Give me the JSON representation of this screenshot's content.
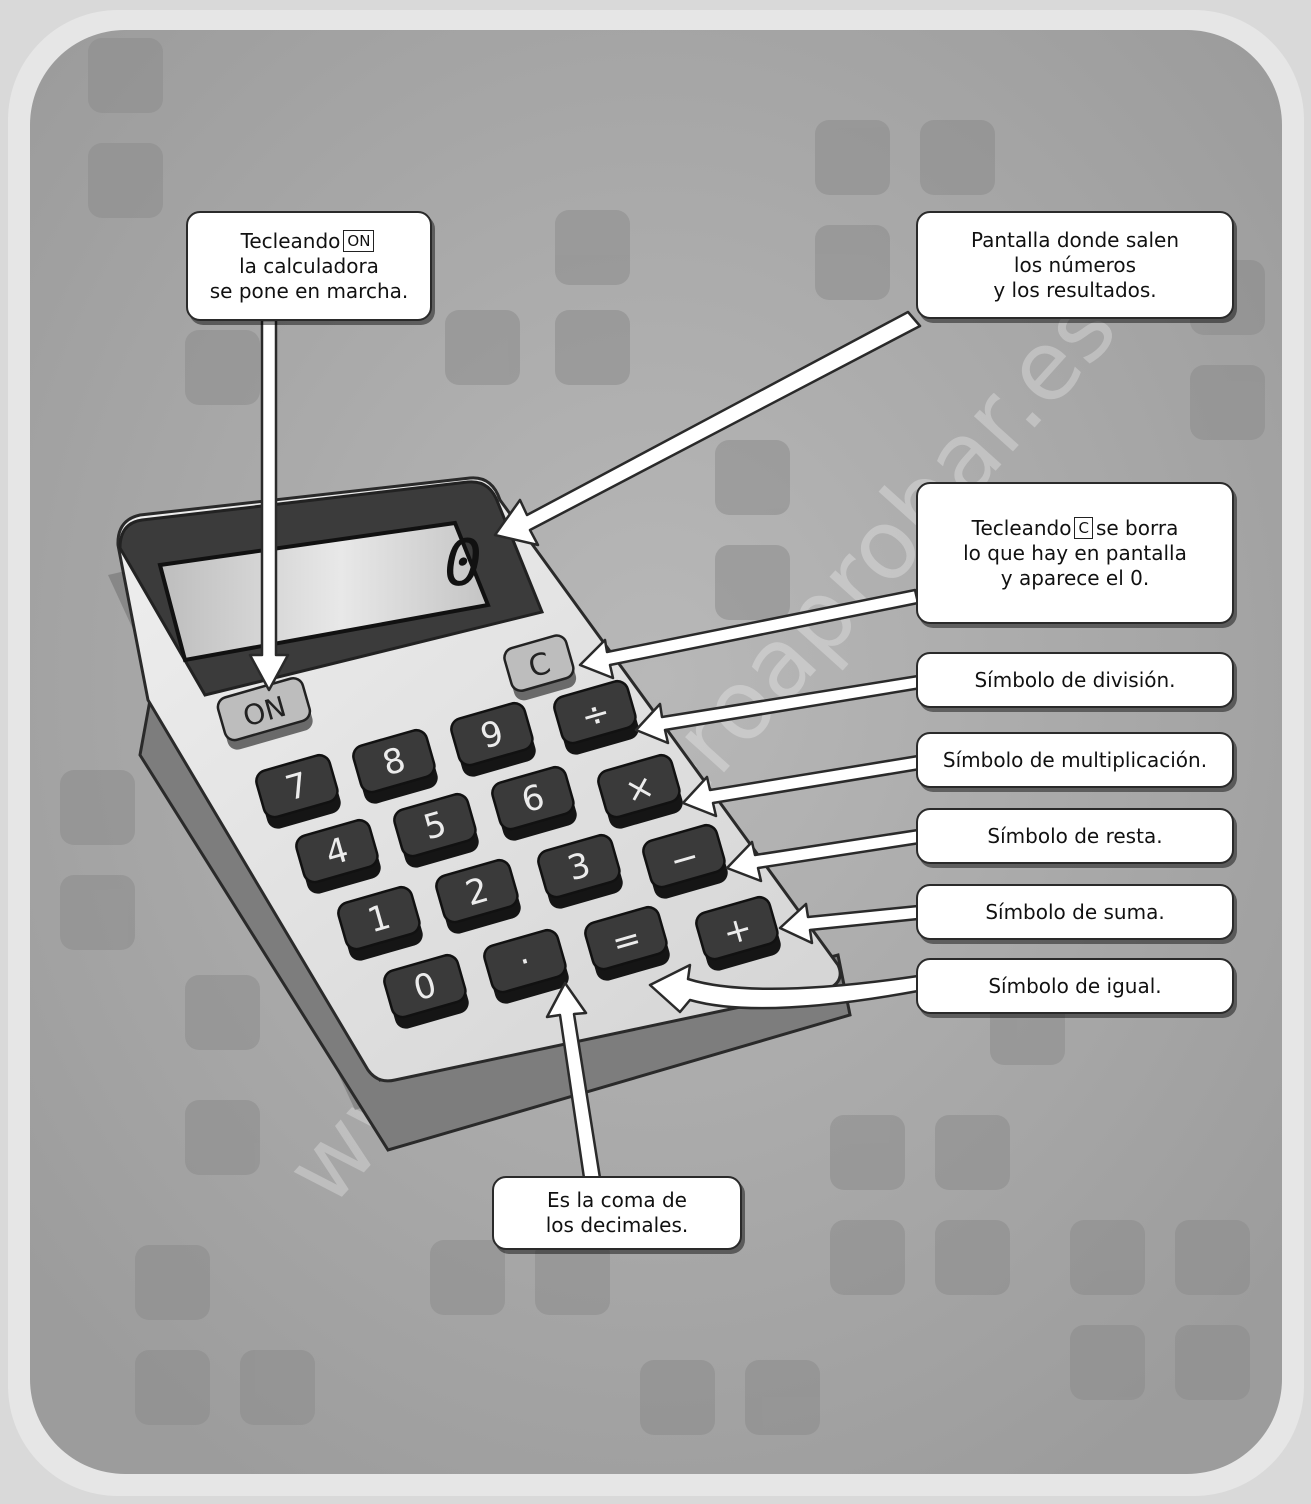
{
  "calculator": {
    "display_value": "0",
    "keys": {
      "on": "ON",
      "clear": "C",
      "k7": "7",
      "k8": "8",
      "k9": "9",
      "k4": "4",
      "k5": "5",
      "k6": "6",
      "k1": "1",
      "k2": "2",
      "k3": "3",
      "k0": "0",
      "dot": "·",
      "equals": "=",
      "divide": "÷",
      "multiply": "×",
      "minus": "−",
      "plus": "+"
    }
  },
  "callouts": {
    "on": {
      "before": "Tecleando",
      "key": "ON",
      "lines": [
        "la calculadora",
        "se pone en marcha."
      ]
    },
    "screen": {
      "lines": [
        "Pantalla donde salen",
        "los números",
        "y los resultados."
      ]
    },
    "clear": {
      "before": "Tecleando",
      "key": "C",
      "after": "se borra",
      "lines": [
        "lo que hay en pantalla",
        "y aparece el 0."
      ]
    },
    "division": "Símbolo de división.",
    "multiplication": "Símbolo de multiplicación.",
    "subtraction": "Símbolo de resta.",
    "addition": "Símbolo de suma.",
    "equals": "Símbolo de igual.",
    "decimal": {
      "lines": [
        "Es la coma de",
        "los decimales."
      ]
    }
  },
  "watermark": "www.yoquieroaprobar.es",
  "colors": {
    "page_bg": "#d9d9d9",
    "frame_bg": "#a9a9a9",
    "tile": "#8a8a8a",
    "calc_body": "#e4e4e4",
    "calc_dark": "#3b3b3b",
    "key_dark": "#2f2f2f",
    "key_light": "#b9b9b9",
    "screen": "#d2d2d2",
    "arrow_fill": "#ffffff"
  }
}
